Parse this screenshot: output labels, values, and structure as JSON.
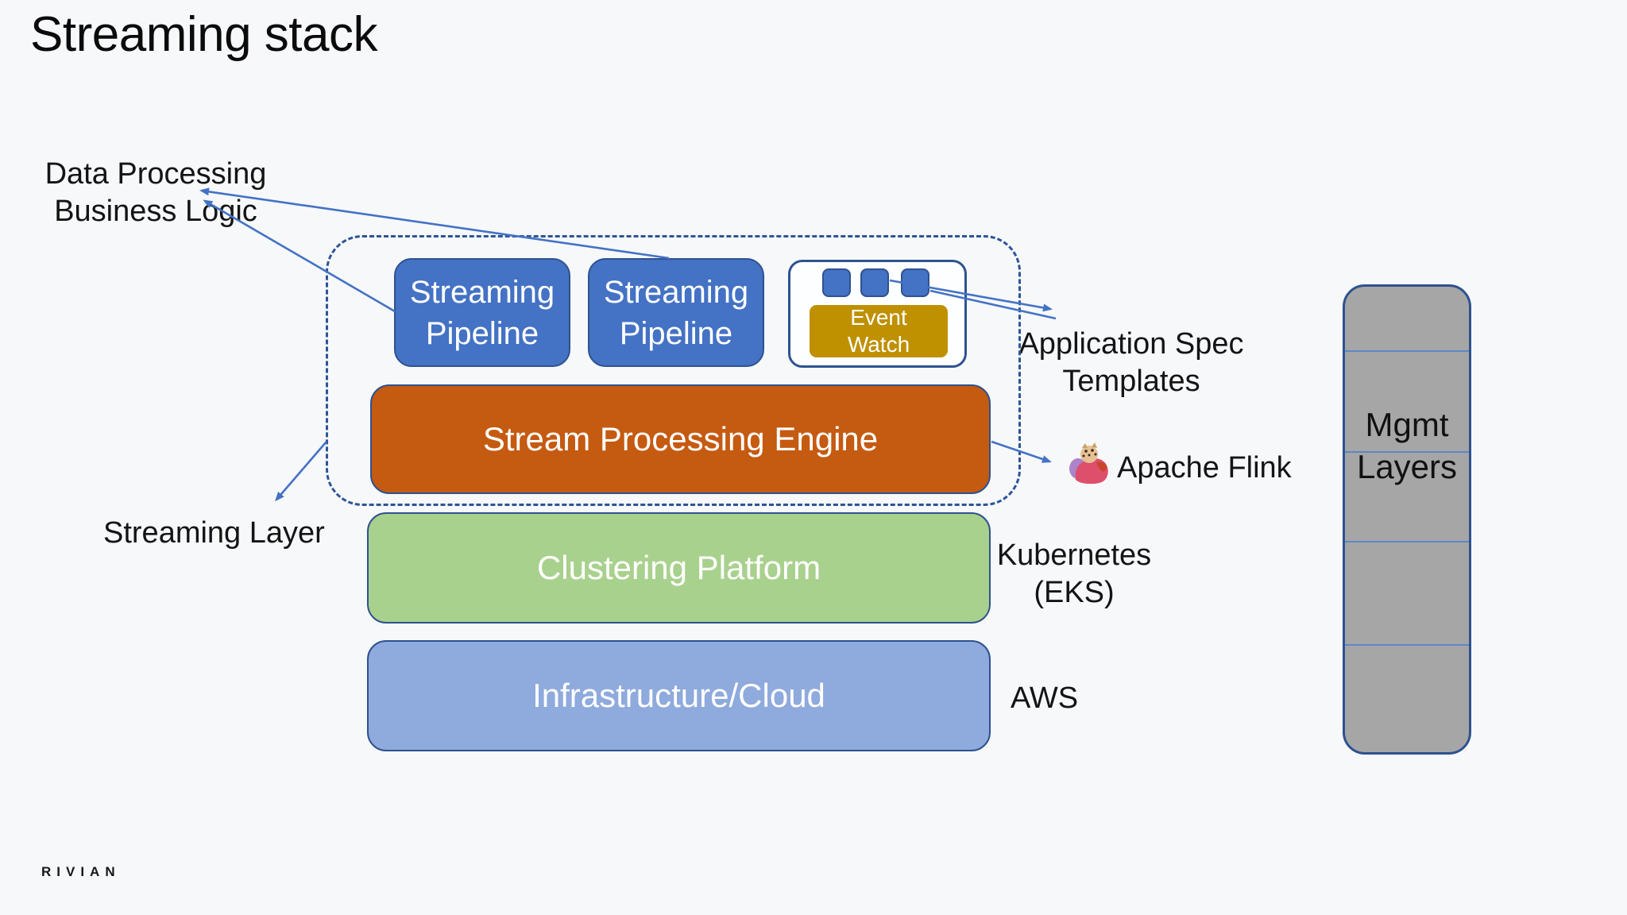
{
  "slide": {
    "title": "Streaming stack",
    "brand": "RIVIAN",
    "background": "#f6f8fa"
  },
  "labels": {
    "data_processing": {
      "line1": "Data Processing",
      "line2": "Business Logic"
    },
    "streaming_layer": "Streaming Layer",
    "application_spec": {
      "line1": "Application Spec",
      "line2": "Templates"
    },
    "apache_flink": "Apache Flink",
    "kubernetes": {
      "line1": "Kubernetes",
      "line2": "(EKS)"
    },
    "aws": "AWS"
  },
  "boxes": {
    "streaming_pipeline_1": {
      "line1": "Streaming",
      "line2": "Pipeline"
    },
    "streaming_pipeline_2": {
      "line1": "Streaming",
      "line2": "Pipeline"
    },
    "event_watch": {
      "line1": "Event",
      "line2": "Watch"
    },
    "stream_processing_engine": "Stream Processing Engine",
    "clustering_platform": "Clustering Platform",
    "infrastructure_cloud": "Infrastructure/Cloud",
    "mgmt_layers": {
      "line1": "Mgmt",
      "line2": "Layers"
    }
  },
  "icons": {
    "flink_squirrel": "apache-flink-squirrel-logo"
  },
  "colors": {
    "accent_blue": "#4472C4",
    "dark_blue_border": "#2E528F",
    "dashed_border": "#2F5496",
    "orange": "#C55A11",
    "green": "#A9D18E",
    "light_blue": "#8FAADC",
    "gold": "#BF9000",
    "gray": "#A6A6A6",
    "arrow_blue": "#4472C4",
    "text_dark": "#141414",
    "box_text": "#FFFFFF"
  }
}
